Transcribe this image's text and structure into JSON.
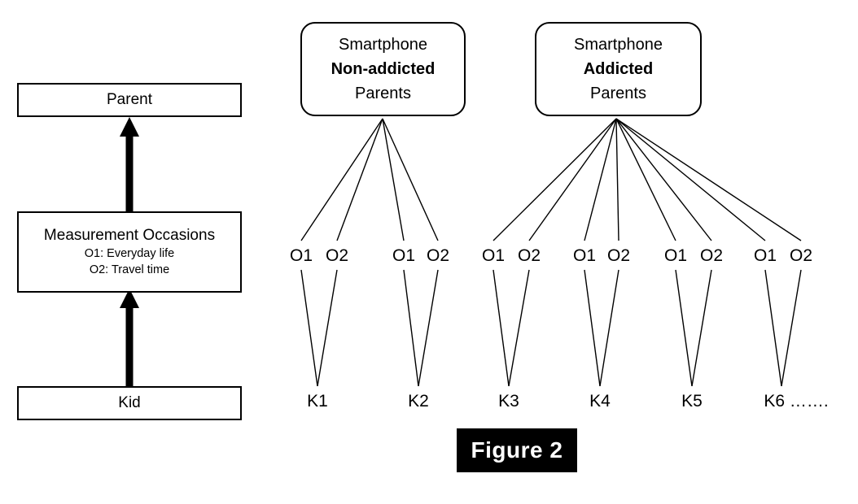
{
  "figure": {
    "caption": "Figure 2"
  },
  "left_panel": {
    "levels": [
      {
        "name": "parent-level",
        "title": "Parent",
        "sublines": []
      },
      {
        "name": "measurement-level",
        "title": "Measurement Occasions",
        "sublines": [
          "O1: Everyday life",
          "O2: Travel time"
        ]
      },
      {
        "name": "kid-level",
        "title": "Kid",
        "sublines": []
      }
    ],
    "arrows": [
      {
        "name": "arrow-kid-to-measurement",
        "direction": "up"
      },
      {
        "name": "arrow-measurement-to-parent",
        "direction": "up"
      }
    ]
  },
  "right_panel": {
    "groups": [
      {
        "id": "non-addicted",
        "line1": "Smartphone",
        "line2": "Non-addicted",
        "line2_bold": true,
        "line3": "Parents",
        "kids": [
          "K1",
          "K2"
        ]
      },
      {
        "id": "addicted",
        "line1": "Smartphone",
        "line2": "Addicted",
        "line2_bold": true,
        "line3": "Parents",
        "kids": [
          "K3",
          "K4",
          "K5",
          "K6 ……."
        ]
      }
    ],
    "occasion_labels": [
      "O1",
      "O2"
    ],
    "occasion_pairs": [
      {
        "kid": "K1",
        "o1": "O1",
        "o2": "O2"
      },
      {
        "kid": "K2",
        "o1": "O1",
        "o2": "O2"
      },
      {
        "kid": "K3",
        "o1": "O1",
        "o2": "O2"
      },
      {
        "kid": "K4",
        "o1": "O1",
        "o2": "O2"
      },
      {
        "kid": "K5",
        "o1": "O1",
        "o2": "O2"
      },
      {
        "kid": "K6 …….",
        "o1": "O1",
        "o2": "O2"
      }
    ]
  },
  "colors": {
    "line": "#000000",
    "background": "#ffffff",
    "caption_background": "#000000",
    "caption_text": "#ffffff"
  }
}
